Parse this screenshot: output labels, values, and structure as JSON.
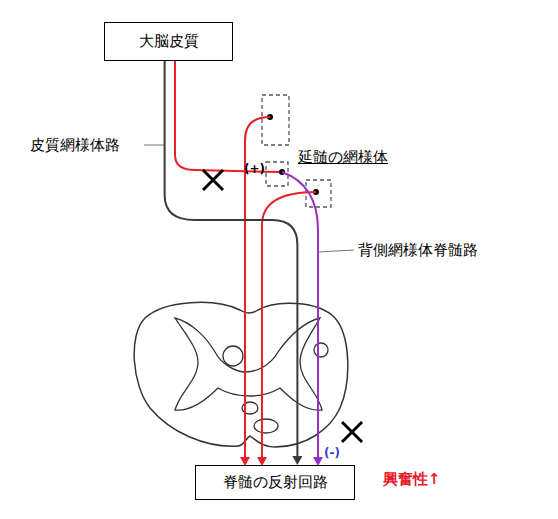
{
  "diagram": {
    "nodes": [
      {
        "text": [
          "大脳皮質"
        ]
      },
      {
        "text": [
          "脊髄の反射回路"
        ]
      }
    ],
    "edges": [
      {
        "from": 0,
        "to": 1,
        "arrow": "to"
      }
    ],
    "labels": [
      "皮質網様体路",
      "延髄の網様体",
      "(+)",
      "背側網様体脊髄路",
      "(-)",
      "興奮性↑"
    ]
  }
}
